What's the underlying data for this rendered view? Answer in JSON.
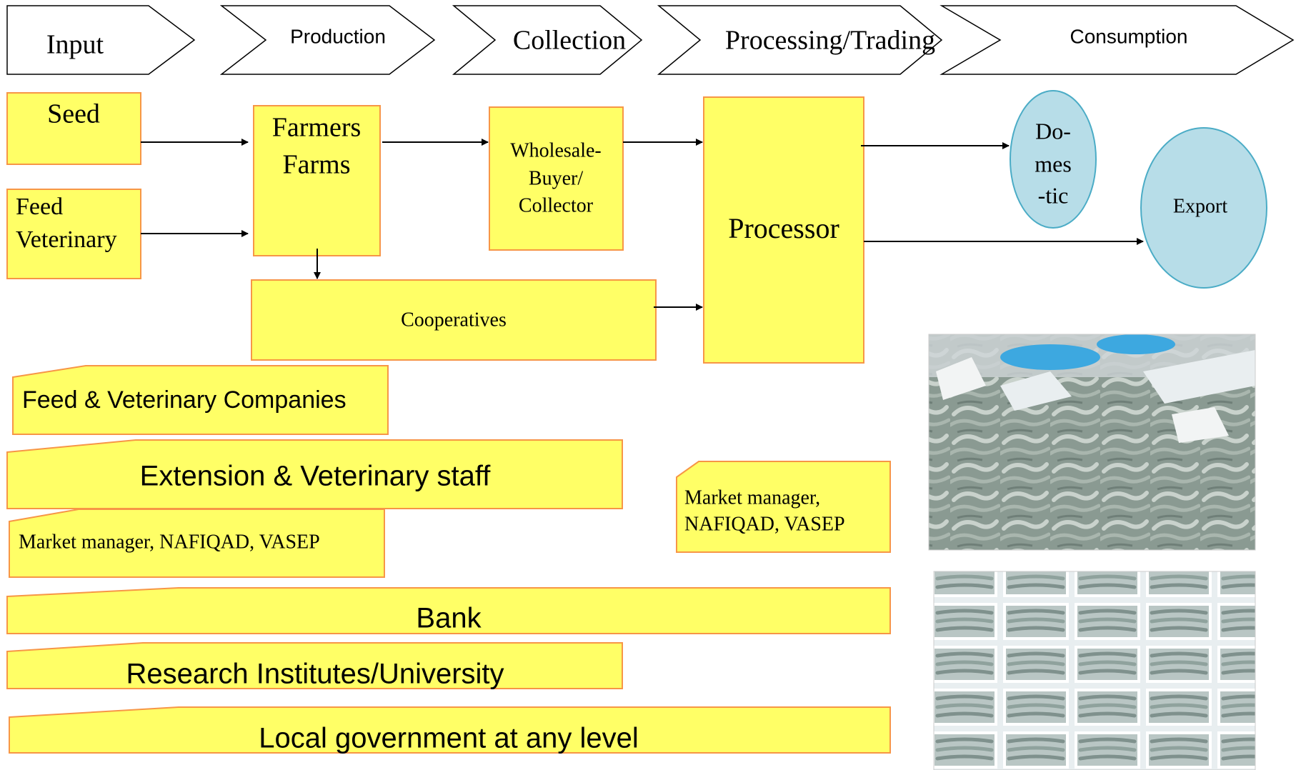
{
  "colors": {
    "box_fill": "#ffff66",
    "box_stroke": "#f79646",
    "ellipse_fill": "#b7dde8",
    "ellipse_stroke": "#4bacc6",
    "arrow": "#000000"
  },
  "stages": [
    "Input",
    "Production",
    "Collection",
    "Processing/Trading",
    "Consumption"
  ],
  "nodes": {
    "seed": "Seed",
    "feed_veterinary": [
      "Feed",
      "Veterinary"
    ],
    "farmers_farms": [
      "Farmers",
      "Farms"
    ],
    "wholesale": [
      "Wholesale-",
      "Buyer/",
      "Collector"
    ],
    "cooperatives": "Cooperatives",
    "processor": "Processor",
    "domestic": [
      "Do-",
      "mes",
      "-tic"
    ],
    "export": "Export"
  },
  "support": {
    "feed_companies": "Feed & Veterinary Companies",
    "extension_staff": "Extension & Veterinary staff",
    "market_manager_left": "Market manager, NAFIQAD, VASEP",
    "market_manager_right": [
      "Market manager,",
      "NAFIQAD, VASEP"
    ],
    "bank": "Bank",
    "research": "Research Institutes/University",
    "local_government": "Local government at any level"
  },
  "photos": {
    "top": "shrimp-sorting-photo",
    "bottom": "packed-shrimp-trays-photo"
  }
}
